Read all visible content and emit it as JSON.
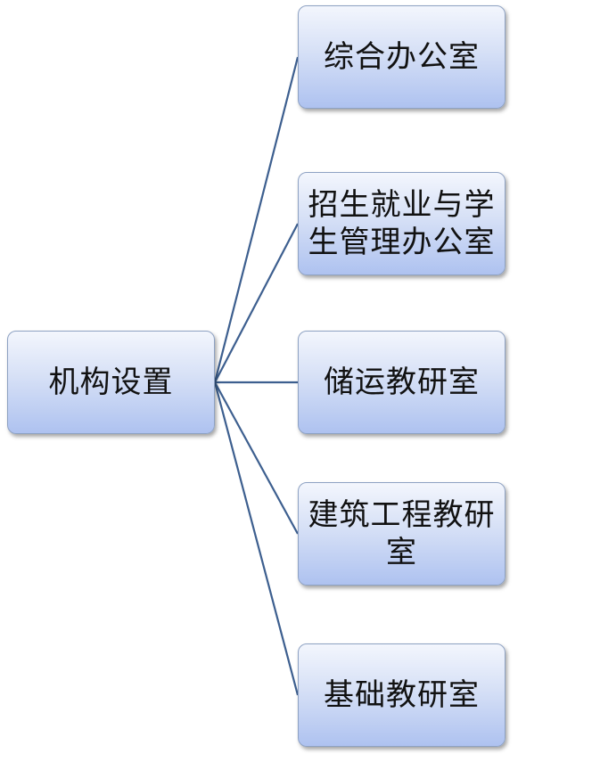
{
  "diagram": {
    "root": {
      "label": "机构设置"
    },
    "children": [
      {
        "label": "综合办公室"
      },
      {
        "label": "招生就业与学生管理办公室"
      },
      {
        "label": "储运教研室"
      },
      {
        "label": "建筑工程教研室"
      },
      {
        "label": "基础教研室"
      }
    ],
    "colors": {
      "connector": "#3d5f8f",
      "box_border": "#8ea2c3",
      "box_fill_top": "#f3f6fd",
      "box_fill_bottom": "#aec2f0"
    }
  }
}
